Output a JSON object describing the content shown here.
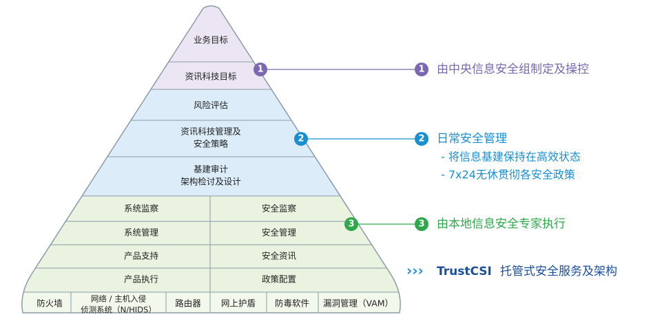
{
  "pyramid": {
    "tier1": {
      "items": [
        "业务目标",
        "资讯科技目标"
      ]
    },
    "tier2": {
      "items": [
        [
          "风险评估"
        ],
        [
          "资讯科技管理及",
          "安全策略"
        ],
        [
          "基建审计",
          "架构检讨及设计"
        ]
      ]
    },
    "tier3": {
      "left": [
        "系统监察",
        "系统管理",
        "产品支持",
        "产品执行"
      ],
      "right": [
        "安全监察",
        "安全管理",
        "安全资讯",
        "政策配置"
      ]
    },
    "base": {
      "items": [
        "防火墙",
        [
          "网络 / 主机入侵",
          "侦测系统（N/HIDS）"
        ],
        "路由器",
        "网上护盾",
        "防毒软件",
        "漏洞管理（VAM）"
      ]
    }
  },
  "annotations": [
    {
      "number": "1",
      "color": "#7b68b0",
      "lines": [
        "由中央信息安全组制定及操控"
      ]
    },
    {
      "number": "2",
      "color": "#1a8fd0",
      "lines": [
        "日常安全管理",
        "- 将信息基建保持在高效状态",
        "- 7x24无休贯彻各安全政策"
      ]
    },
    {
      "number": "3",
      "color": "#2ea84a",
      "lines": [
        "由本地信息安全专家执行"
      ]
    }
  ],
  "footer": {
    "arrows": "›››",
    "brand": "TrustCSI",
    "text": "托管式安全服务及架构",
    "brand_color": "#1a4f9c"
  },
  "colors": {
    "tier1_fill": "#ece6f4",
    "tier2_fill": "#dcecf8",
    "tier3_fill": "#eaf3df",
    "outline": "#8a9aa6"
  }
}
